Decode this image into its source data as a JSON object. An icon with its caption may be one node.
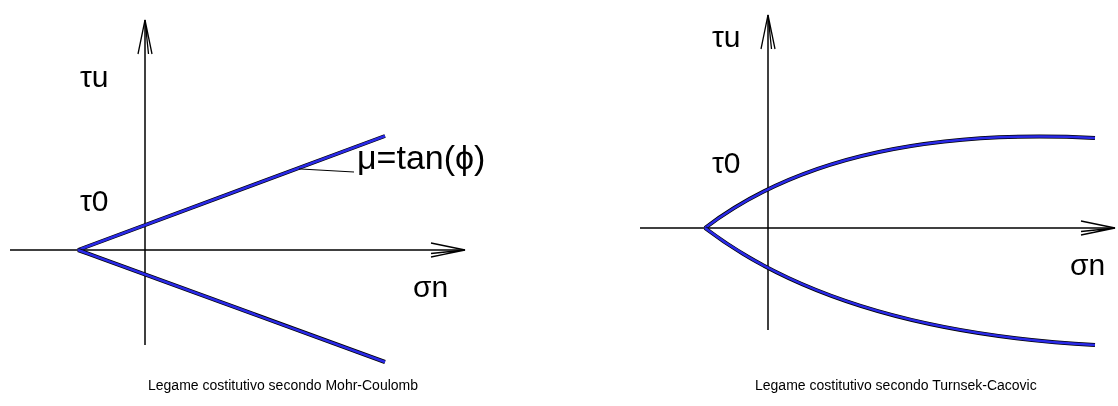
{
  "diagram": {
    "nodes": [
      {
        "text": [
          "μ=tan(ϕ)"
        ]
      },
      {
        "text": [],
        "shape": "line"
      }
    ],
    "edges": [
      {
        "from": 0,
        "to": 1,
        "arrow": "none"
      }
    ],
    "labels": [
      "τu",
      "τ0",
      "σn",
      "Legame costitutivo secondo Mohr-Coulomb",
      "τu",
      "τ0",
      "σn",
      "Legame costitutivo secondo Turnsek-Cacovic"
    ]
  }
}
